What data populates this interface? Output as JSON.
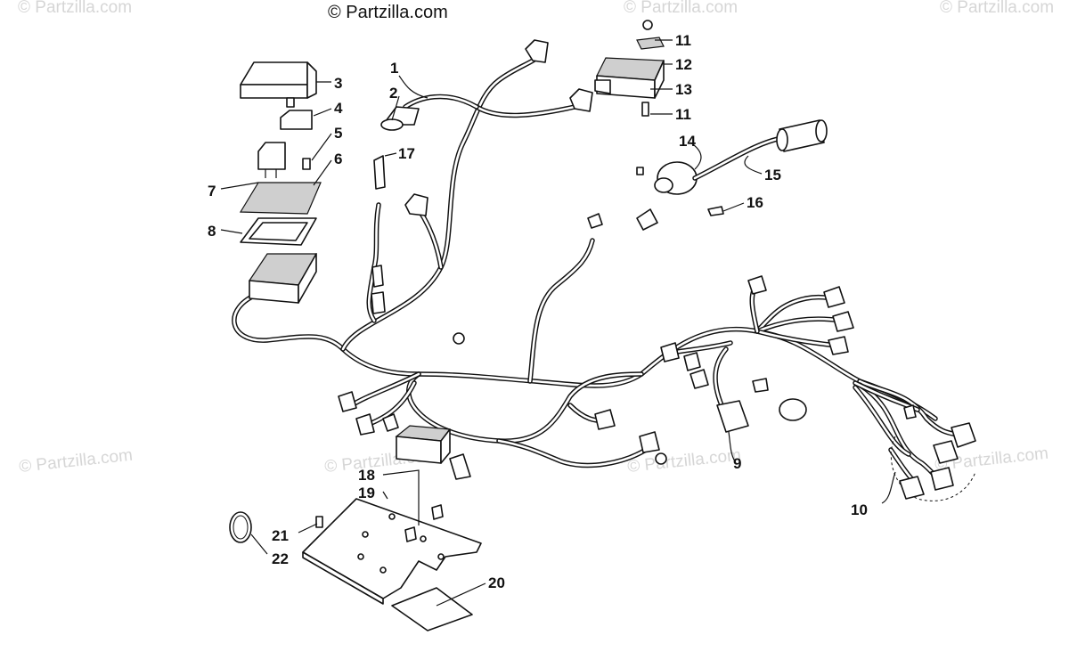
{
  "copyright": "© Partzilla.com",
  "watermark": "© Partzilla.com",
  "callouts": {
    "c1": "1",
    "c2": "2",
    "c3": "3",
    "c4": "4",
    "c5": "5",
    "c6": "6",
    "c7": "7",
    "c8": "8",
    "c9": "9",
    "c10": "10",
    "c11a": "11",
    "c11b": "11",
    "c12": "12",
    "c13": "13",
    "c14": "14",
    "c15": "15",
    "c16": "16",
    "c17": "17",
    "c18": "18",
    "c19": "19",
    "c20": "20",
    "c21": "21",
    "c22": "22"
  }
}
